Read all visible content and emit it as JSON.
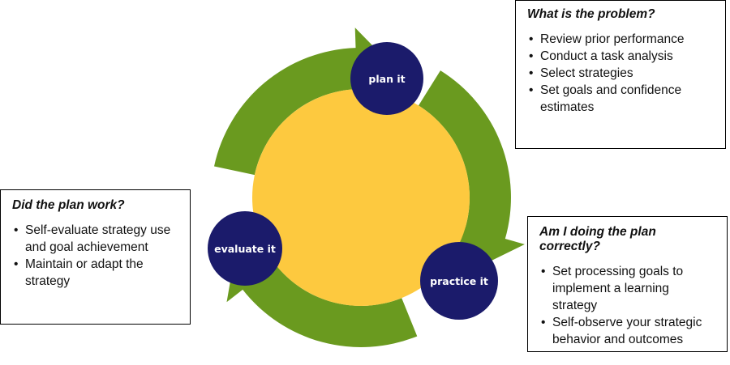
{
  "cycle": {
    "ring_color": "#6a9a1f",
    "core_color": "#fdc93f",
    "node_color": "#1b1b6b",
    "nodes": {
      "plan": "plan it",
      "practice": "practice it",
      "evaluate": "evaluate it"
    }
  },
  "boxes": {
    "plan": {
      "title": "What is the problem?",
      "items": [
        "Review prior performance",
        "Conduct a task analysis",
        "Select strategies",
        "Set goals and confidence estimates"
      ]
    },
    "evaluate": {
      "title": "Did the plan work?",
      "items": [
        "Self-evaluate strategy use and goal achievement",
        "Maintain or adapt the strategy"
      ]
    },
    "practice": {
      "title": "Am I doing the plan correctly?",
      "items": [
        "Set processing goals to implement a learning strategy",
        "Self-observe your strategic behavior and outcomes"
      ]
    }
  }
}
